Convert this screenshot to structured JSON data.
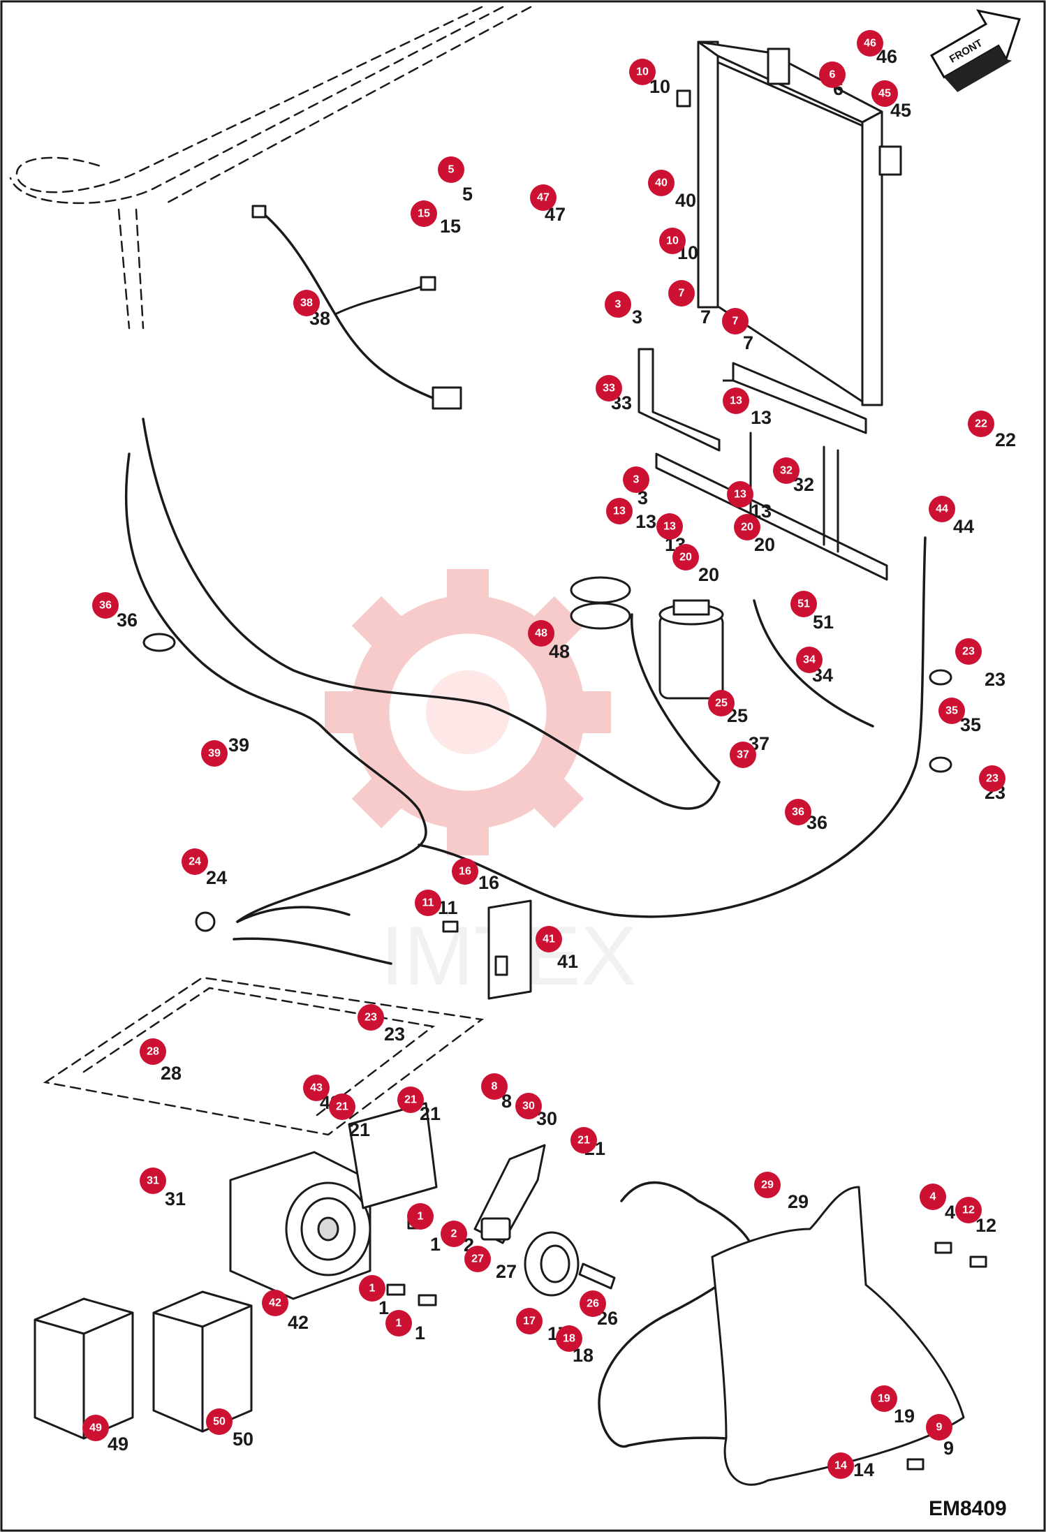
{
  "diagram_code": "EM8409",
  "direction_label": "FRONT",
  "watermark_text": "IMTEX",
  "callouts": [
    {
      "label": "10",
      "badge": [
        920,
        103
      ],
      "text": [
        930,
        123
      ]
    },
    {
      "label": "46",
      "badge": [
        1246,
        62
      ],
      "text": [
        1255,
        80
      ]
    },
    {
      "label": "6",
      "badge": [
        1192,
        107
      ],
      "text": [
        1193,
        126
      ]
    },
    {
      "label": "45",
      "badge": [
        1267,
        134
      ],
      "text": [
        1275,
        157
      ]
    },
    {
      "label": "5",
      "badge": [
        646,
        243
      ],
      "text": [
        662,
        277
      ]
    },
    {
      "label": "47",
      "badge": [
        778,
        283
      ],
      "text": [
        780,
        306
      ]
    },
    {
      "label": "40",
      "badge": [
        947,
        262
      ],
      "text": [
        967,
        286
      ]
    },
    {
      "label": "15",
      "badge": [
        607,
        306
      ],
      "text": [
        630,
        323
      ]
    },
    {
      "label": "10",
      "badge": [
        963,
        345
      ],
      "text": [
        970,
        361
      ]
    },
    {
      "label": "38",
      "badge": [
        439,
        434
      ],
      "text": [
        443,
        455
      ]
    },
    {
      "label": "3",
      "badge": [
        885,
        436
      ],
      "text": [
        905,
        453
      ]
    },
    {
      "label": "7",
      "badge": [
        976,
        420
      ],
      "text": [
        1003,
        453
      ]
    },
    {
      "label": "7",
      "badge": [
        1053,
        460
      ],
      "text": [
        1064,
        490
      ]
    },
    {
      "label": "33",
      "badge": [
        872,
        556
      ],
      "text": [
        875,
        576
      ]
    },
    {
      "label": "13",
      "badge": [
        1054,
        574
      ],
      "text": [
        1075,
        597
      ]
    },
    {
      "label": "22",
      "badge": [
        1405,
        607
      ],
      "text": [
        1425,
        629
      ]
    },
    {
      "label": "3",
      "badge": [
        911,
        687
      ],
      "text": [
        913,
        712
      ]
    },
    {
      "label": "32",
      "badge": [
        1126,
        674
      ],
      "text": [
        1136,
        693
      ]
    },
    {
      "label": "13",
      "badge": [
        1060,
        708
      ],
      "text": [
        1075,
        731
      ]
    },
    {
      "label": "13",
      "badge": [
        887,
        732
      ],
      "text": [
        910,
        746
      ]
    },
    {
      "label": "13",
      "badge": [
        959,
        754
      ],
      "text": [
        952,
        779
      ]
    },
    {
      "label": "20",
      "badge": [
        1070,
        755
      ],
      "text": [
        1080,
        779
      ]
    },
    {
      "label": "44",
      "badge": [
        1349,
        729
      ],
      "text": [
        1365,
        753
      ]
    },
    {
      "label": "20",
      "badge": [
        982,
        798
      ],
      "text": [
        1000,
        822
      ]
    },
    {
      "label": "36",
      "badge": [
        151,
        867
      ],
      "text": [
        167,
        887
      ]
    },
    {
      "label": "51",
      "badge": [
        1151,
        865
      ],
      "text": [
        1164,
        890
      ]
    },
    {
      "label": "48",
      "badge": [
        775,
        907
      ],
      "text": [
        786,
        932
      ]
    },
    {
      "label": "23",
      "badge": [
        1387,
        933
      ],
      "text": [
        1410,
        972
      ]
    },
    {
      "label": "34",
      "badge": [
        1159,
        945
      ],
      "text": [
        1163,
        966
      ]
    },
    {
      "label": "25",
      "badge": [
        1033,
        1007
      ],
      "text": [
        1041,
        1024
      ]
    },
    {
      "label": "35",
      "badge": [
        1363,
        1018
      ],
      "text": [
        1375,
        1037
      ]
    },
    {
      "label": "39",
      "badge": [
        307,
        1079
      ],
      "text": [
        327,
        1066
      ]
    },
    {
      "label": "37",
      "badge": [
        1064,
        1081
      ],
      "text": [
        1072,
        1064
      ]
    },
    {
      "label": "23",
      "badge": [
        1421,
        1115
      ],
      "text": [
        1410,
        1134
      ]
    },
    {
      "label": "36",
      "badge": [
        1143,
        1163
      ],
      "text": [
        1155,
        1177
      ]
    },
    {
      "label": "24",
      "badge": [
        279,
        1234
      ],
      "text": [
        295,
        1256
      ]
    },
    {
      "label": "16",
      "badge": [
        666,
        1248
      ],
      "text": [
        685,
        1263
      ]
    },
    {
      "label": "11",
      "badge": [
        613,
        1293
      ],
      "text": [
        627,
        1299
      ]
    },
    {
      "label": "41",
      "badge": [
        786,
        1345
      ],
      "text": [
        798,
        1376
      ]
    },
    {
      "label": "23",
      "badge": [
        531,
        1457
      ],
      "text": [
        550,
        1480
      ]
    },
    {
      "label": "28",
      "badge": [
        219,
        1506
      ],
      "text": [
        230,
        1536
      ]
    },
    {
      "label": "43",
      "badge": [
        453,
        1558
      ],
      "text": [
        458,
        1578
      ]
    },
    {
      "label": "21",
      "badge": [
        490,
        1585
      ],
      "text": [
        500,
        1617
      ]
    },
    {
      "label": "21",
      "badge": [
        588,
        1575
      ],
      "text": [
        601,
        1594
      ]
    },
    {
      "label": "8",
      "badge": [
        708,
        1556
      ],
      "text": [
        718,
        1576
      ]
    },
    {
      "label": "30",
      "badge": [
        757,
        1584
      ],
      "text": [
        768,
        1601
      ]
    },
    {
      "label": "21",
      "badge": [
        836,
        1633
      ],
      "text": [
        837,
        1644
      ]
    },
    {
      "label": "31",
      "badge": [
        219,
        1691
      ],
      "text": [
        236,
        1716
      ]
    },
    {
      "label": "29",
      "badge": [
        1099,
        1697
      ],
      "text": [
        1128,
        1720
      ]
    },
    {
      "label": "4",
      "badge": [
        1336,
        1714
      ],
      "text": [
        1353,
        1735
      ]
    },
    {
      "label": "12",
      "badge": [
        1387,
        1733
      ],
      "text": [
        1397,
        1754
      ]
    },
    {
      "label": "1",
      "badge": [
        602,
        1742
      ],
      "text": [
        616,
        1781
      ]
    },
    {
      "label": "2",
      "badge": [
        650,
        1767
      ],
      "text": [
        664,
        1782
      ]
    },
    {
      "label": "27",
      "badge": [
        684,
        1803
      ],
      "text": [
        710,
        1820
      ]
    },
    {
      "label": "1",
      "badge": [
        533,
        1845
      ],
      "text": [
        542,
        1872
      ]
    },
    {
      "label": "42",
      "badge": [
        394,
        1866
      ],
      "text": [
        412,
        1893
      ]
    },
    {
      "label": "26",
      "badge": [
        849,
        1867
      ],
      "text": [
        855,
        1887
      ]
    },
    {
      "label": "17",
      "badge": [
        758,
        1892
      ],
      "text": [
        784,
        1909
      ]
    },
    {
      "label": "1",
      "badge": [
        571,
        1895
      ],
      "text": [
        594,
        1908
      ]
    },
    {
      "label": "18",
      "badge": [
        815,
        1917
      ],
      "text": [
        820,
        1940
      ]
    },
    {
      "label": "19",
      "badge": [
        1266,
        2003
      ],
      "text": [
        1280,
        2027
      ]
    },
    {
      "label": "49",
      "badge": [
        137,
        2045
      ],
      "text": [
        154,
        2067
      ]
    },
    {
      "label": "50",
      "badge": [
        314,
        2036
      ],
      "text": [
        333,
        2060
      ]
    },
    {
      "label": "9",
      "badge": [
        1345,
        2044
      ],
      "text": [
        1351,
        2073
      ]
    },
    {
      "label": "14",
      "badge": [
        1204,
        2099
      ],
      "text": [
        1222,
        2104
      ]
    }
  ]
}
